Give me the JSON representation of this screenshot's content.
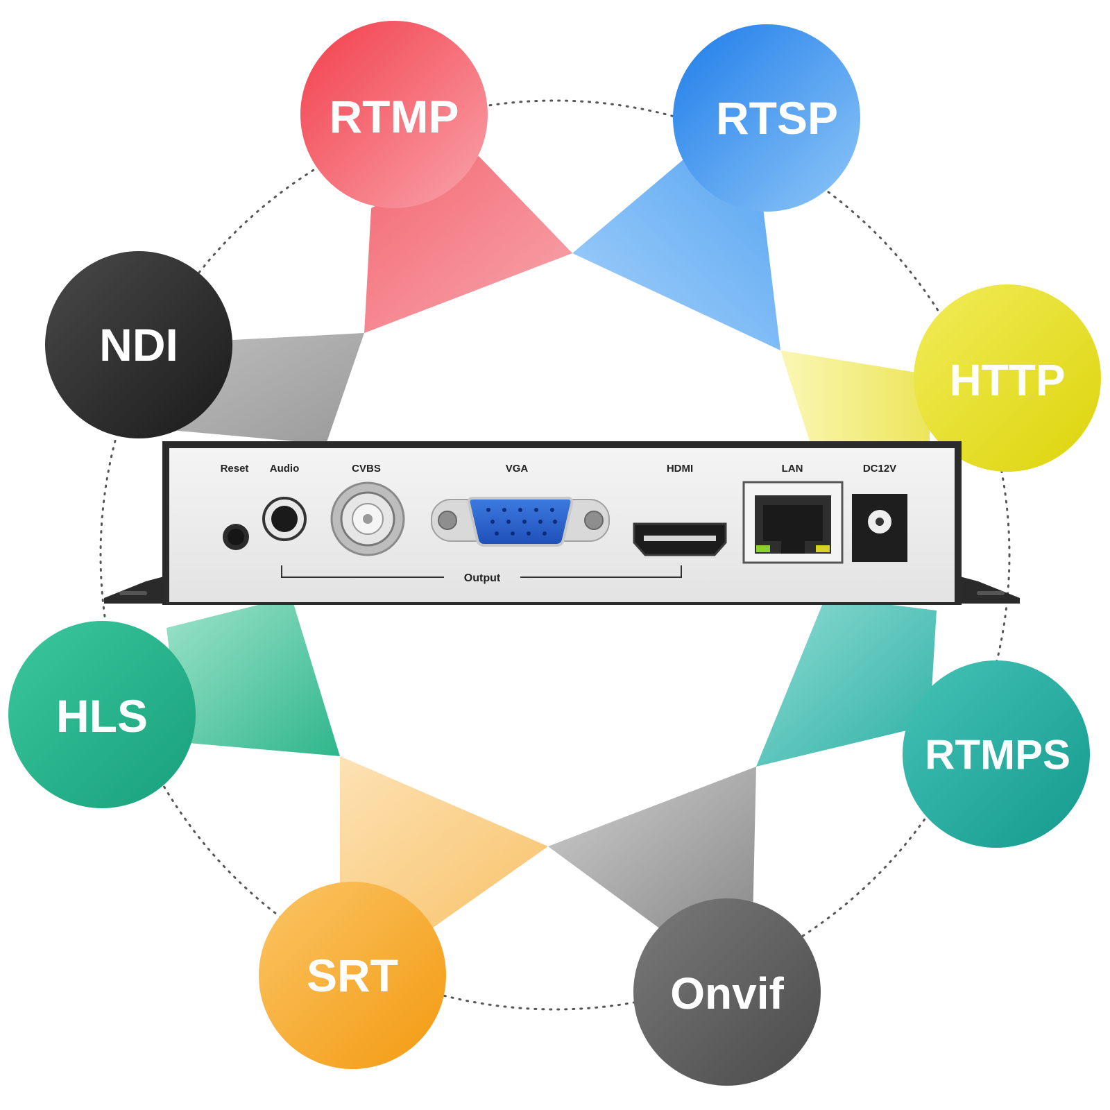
{
  "protocols": [
    {
      "id": "rtmp",
      "label": "RTMP",
      "color": "#f04a55",
      "light": "#f8a0a7"
    },
    {
      "id": "rtsp",
      "label": "RTSP",
      "color": "#2b84ec",
      "light": "#8cc3f7"
    },
    {
      "id": "http",
      "label": "HTTP",
      "color": "#e3dc10",
      "light": "#f6f07a"
    },
    {
      "id": "rtmps",
      "label": "RTMPS",
      "color": "#20a89c",
      "light": "#74d2c8"
    },
    {
      "id": "onvif",
      "label": "Onvif",
      "color": "#5f5f5f",
      "light": "#b9b9b9"
    },
    {
      "id": "srt",
      "label": "SRT",
      "color": "#f5a623",
      "light": "#fad7a0"
    },
    {
      "id": "hls",
      "label": "HLS",
      "color": "#27b48c",
      "light": "#7ed6b9"
    },
    {
      "id": "ndi",
      "label": "NDI",
      "color": "#2a2a2a",
      "light": "#a9a9a9"
    }
  ],
  "device": {
    "ports": {
      "reset": "Reset",
      "audio": "Audio",
      "cvbs": "CVBS",
      "vga": "VGA",
      "hdmi": "HDMI",
      "lan": "LAN",
      "dc": "DC12V"
    },
    "output_label": "Output"
  }
}
